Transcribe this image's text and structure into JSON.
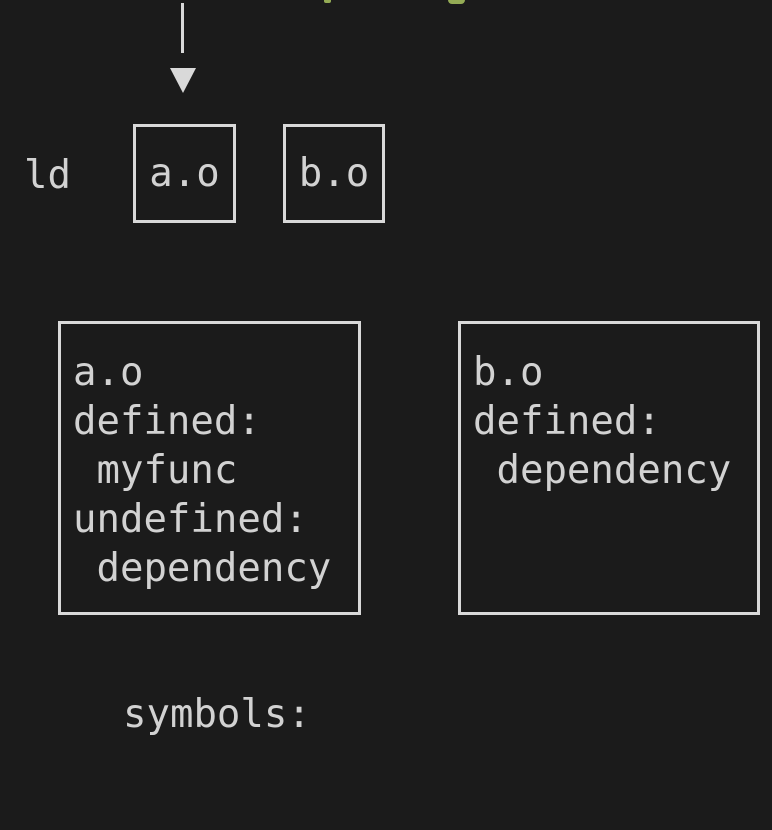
{
  "colors": {
    "background": "#1b1b1b",
    "text": "#d2d2d2",
    "box_border": "#d9d9d9",
    "arrow": "#d9d9d9",
    "clipped_green_text": "#94ab55"
  },
  "top_edge": {
    "description": "bottom tips of green text clipped by the top edge of the frame",
    "fragment_color": "#94ab55"
  },
  "flow_arrow": {
    "icon": "down-arrow",
    "style": "vertical-shaft-with-solid-triangle-head"
  },
  "linker_row": {
    "label": "ld",
    "object_files": [
      {
        "name": "a.o"
      },
      {
        "name": "b.o"
      }
    ]
  },
  "symbol_boxes": [
    {
      "file": "a.o",
      "lines": [
        "a.o",
        "defined:",
        " myfunc",
        "undefined:",
        " dependency"
      ]
    },
    {
      "file": "b.o",
      "lines": [
        "b.o",
        "defined:",
        " dependency"
      ]
    }
  ],
  "caption": {
    "label": "symbols:"
  }
}
